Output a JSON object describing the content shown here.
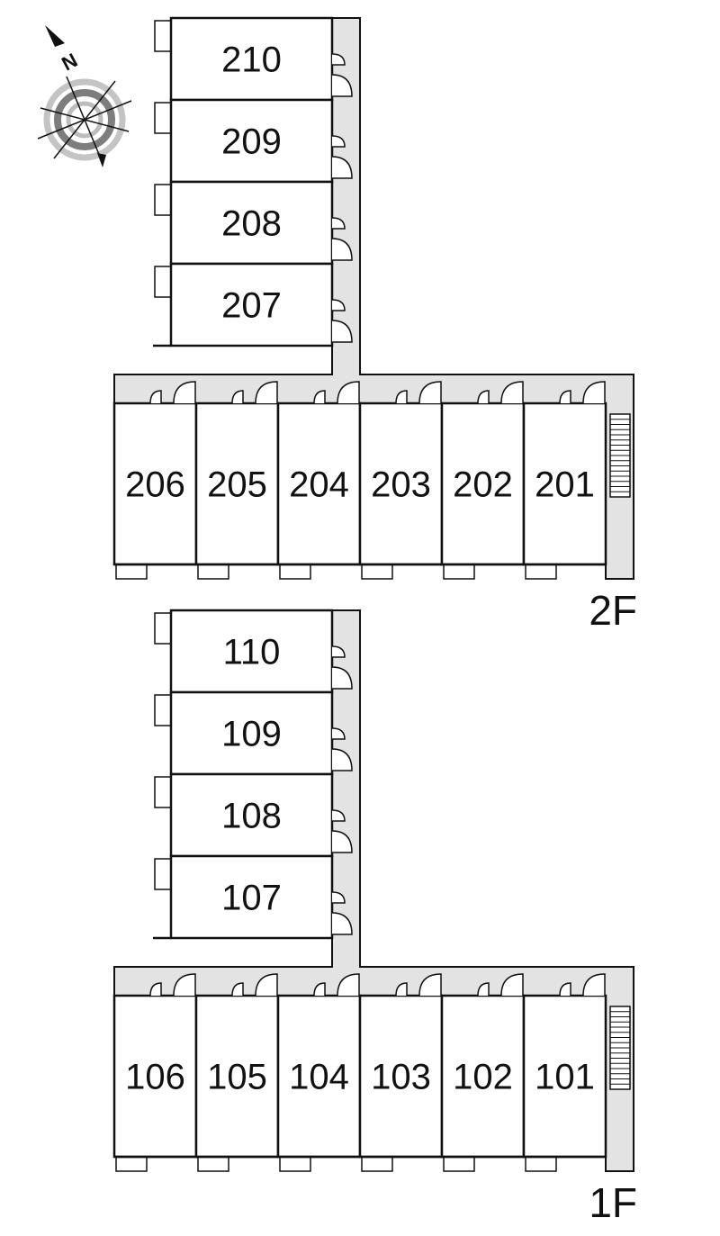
{
  "compass": {
    "icon": "north-compass-icon",
    "label": "N"
  },
  "floors": [
    {
      "label": "2F",
      "wing_rooms": [
        "210",
        "209",
        "208",
        "207"
      ],
      "row_rooms": [
        "206",
        "205",
        "204",
        "203",
        "202",
        "201"
      ],
      "stairs_icon": "staircase-icon"
    },
    {
      "label": "1F",
      "wing_rooms": [
        "110",
        "109",
        "108",
        "107"
      ],
      "row_rooms": [
        "106",
        "105",
        "104",
        "103",
        "102",
        "101"
      ],
      "stairs_icon": "staircase-icon"
    }
  ],
  "colors": {
    "corridor": "#e3e3e3",
    "line": "#111111",
    "room": "#ffffff"
  }
}
